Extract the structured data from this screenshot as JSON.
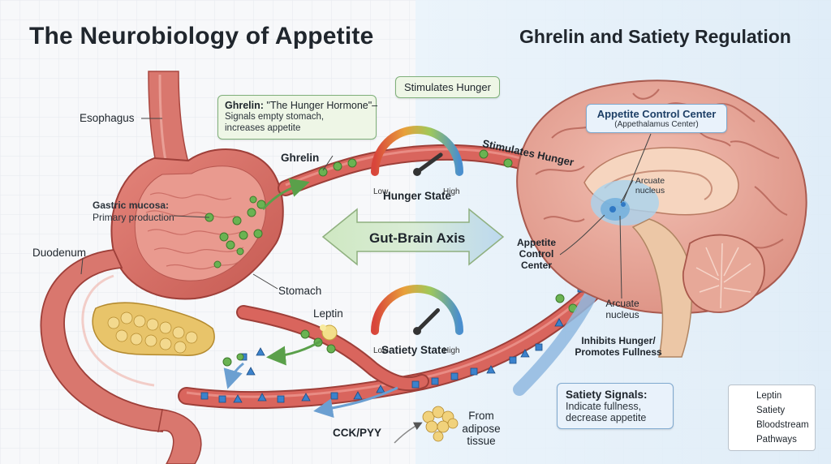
{
  "titles": {
    "main": "The Neurobiology of Appetite",
    "sub": "Ghrelin and Satiety Regulation"
  },
  "labels": {
    "esophagus": "Esophagus",
    "ghrelin_callout_title": "Ghrelin:",
    "ghrelin_callout_quote": "\"The Hunger Hormone\"–",
    "ghrelin_callout_line2": "Signals empty stomach,",
    "ghrelin_callout_line3": "increases appetite",
    "ghrelin": "Ghrelin",
    "gastric_mucosa": "Gastric mucosa:",
    "primary_production": "Primary production",
    "duodenum": "Duodenum",
    "stomach": "Stomach",
    "leptin": "Leptin",
    "cck_pyy": "CCK/PYY",
    "from_adipose_1": "From",
    "from_adipose_2": "adipose",
    "from_adipose_3": "tissue",
    "stimulates_hunger_box": "Stimulates Hunger",
    "stimulates_hunger_arrow": "Stimulates Hunger",
    "gut_brain_axis": "Gut-Brain Axis",
    "appetite_control_center_title": "Appetite Control Center",
    "appetite_control_center_sub": "(Appethalamus Center)",
    "arcuate_nucleus_inner_1": "Arcuate",
    "arcuate_nucleus_inner_2": "nucleus",
    "appetite_control_1": "Appetite",
    "appetite_control_2": "Control",
    "appetite_control_3": "Center",
    "arcuate_nucleus_1": "Arcuate",
    "arcuate_nucleus_2": "nucleus",
    "inhibits_1": "Inhibits Hunger/",
    "inhibits_2": "Promotes Fullness",
    "satiety_signals_title": "Satiety Signals:",
    "satiety_signals_line1": "Indicate fullness,",
    "satiety_signals_line2": "decrease appetite"
  },
  "gauges": {
    "hunger": {
      "label": "Hunger State",
      "low": "Low",
      "high": "High",
      "level": 0.8
    },
    "satiety": {
      "label": "Satiety State",
      "low": "Low",
      "high": "High",
      "level": 0.75
    }
  },
  "legend": {
    "items": [
      {
        "label": "Leptin",
        "icon": "square-icon"
      },
      {
        "label": "Satiety",
        "icon": "triangle-icon"
      },
      {
        "label": "Bloodstream",
        "icon": "bloodstream-bar-icon"
      },
      {
        "label": "Pathways",
        "icon": "green-arrow-icon"
      }
    ]
  },
  "colors": {
    "ghrelin": "#5fa84a",
    "leptin": "#2f78c4",
    "bloodstream": "#c9504a",
    "pathway": "#5aa04a",
    "brain": "#e8a89c",
    "stomach": "#d9726a"
  }
}
